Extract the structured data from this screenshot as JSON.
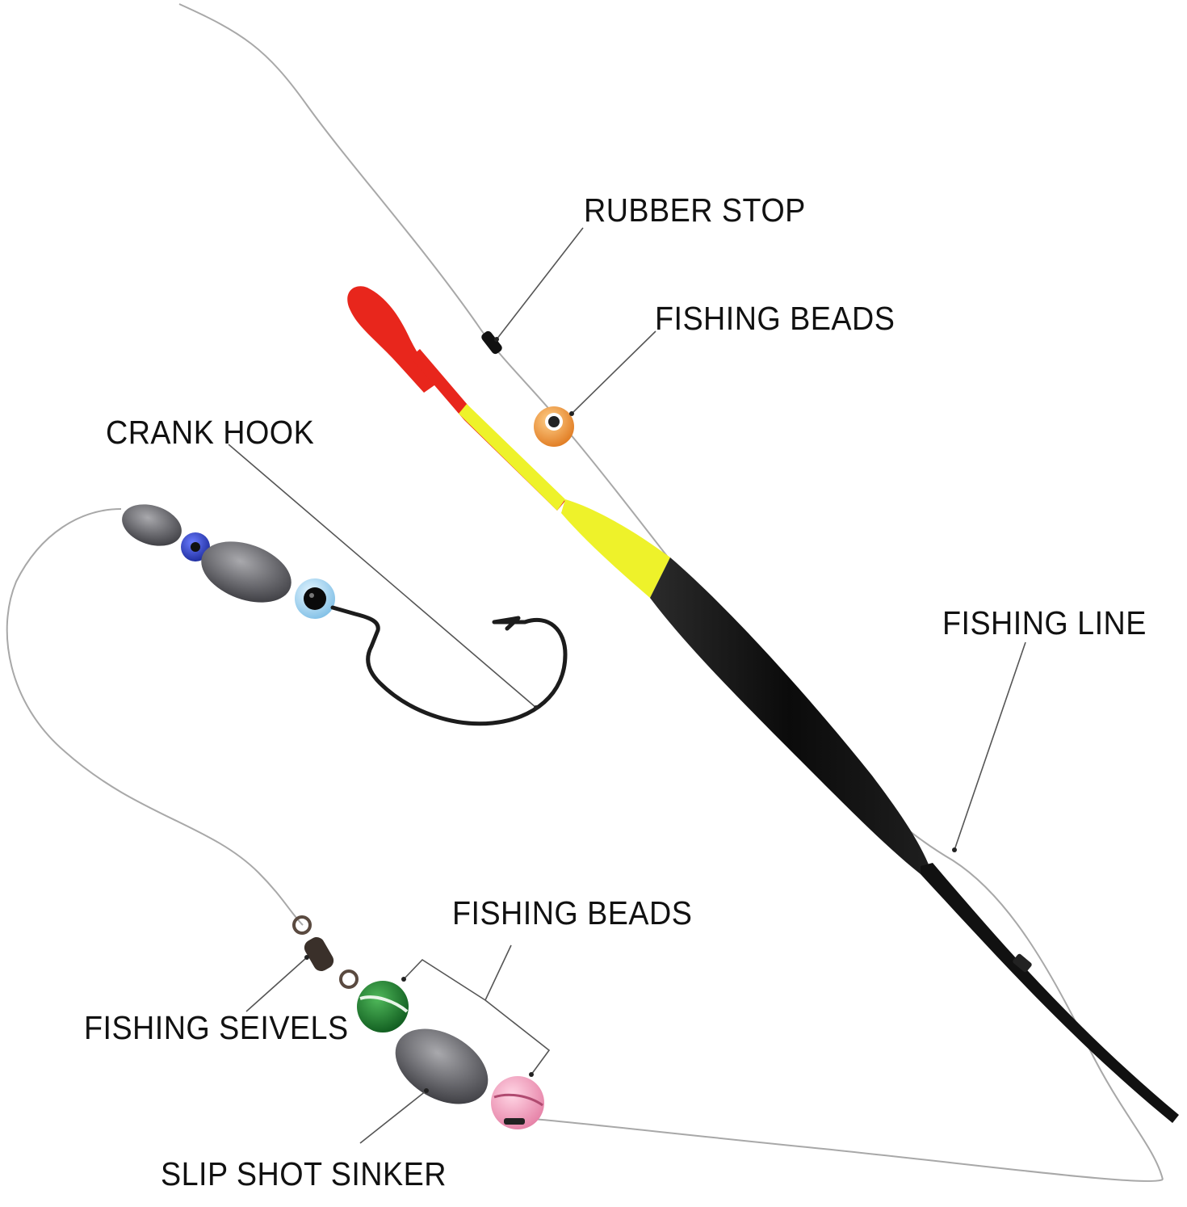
{
  "labels": {
    "rubber_stop": "RUBBER STOP",
    "fishing_beads_top": "FISHING BEADS",
    "crank_hook": "CRANK HOOK",
    "fishing_line": "FISHING LINE",
    "fishing_beads_bottom": "FISHING BEADS",
    "fishing_seivels": "FISHING SEIVELS",
    "slip_shot_sinker": "SLIP SHOT SINKER"
  },
  "colors": {
    "background": "#ffffff",
    "label_text": "#111111",
    "leader_line": "#555555",
    "fishing_line": "#a8a8a8",
    "float_tip_red": "#e8261c",
    "float_yellow": "#eef22a",
    "float_body_black": "#0d0d0d",
    "sinker_gray": "#6f6f73",
    "bead_orange": "#f29a3a",
    "bead_green": "#1f7a2e",
    "bead_pink": "#f3a3c0",
    "bead_blue": "#2a3fc0",
    "bead_light_blue": "#9fd3f0"
  }
}
